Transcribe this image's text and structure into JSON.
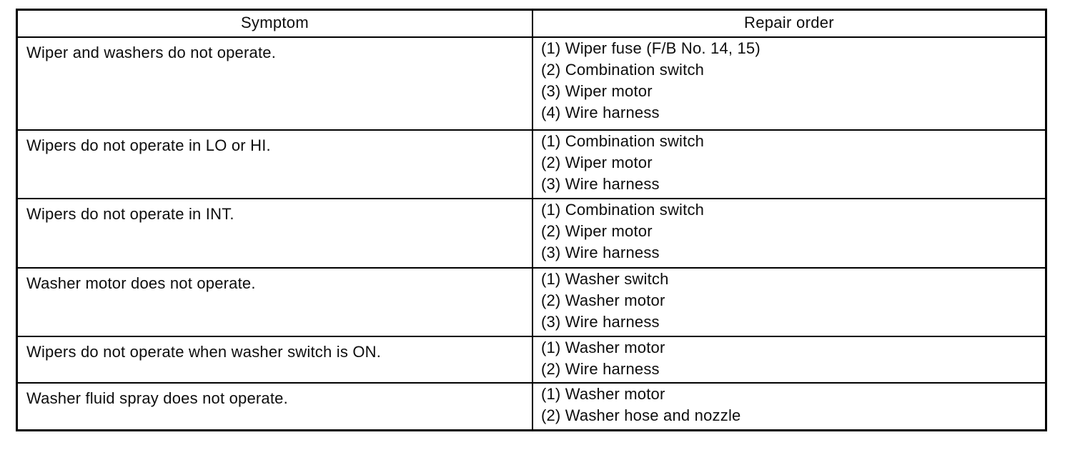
{
  "table": {
    "headers": {
      "symptom": "Symptom",
      "repair_order": "Repair order"
    },
    "rows": [
      {
        "symptom": "Wiper and washers do not operate.",
        "repairs": [
          "(1) Wiper fuse (F/B No. 14, 15)",
          "(2) Combination switch",
          "(3) Wiper motor",
          "(4) Wire harness"
        ]
      },
      {
        "symptom": "Wipers do not operate in LO or HI.",
        "repairs": [
          "(1) Combination switch",
          "(2) Wiper motor",
          "(3) Wire harness"
        ]
      },
      {
        "symptom": "Wipers do not operate in INT.",
        "repairs": [
          "(1) Combination switch",
          "(2) Wiper motor",
          "(3) Wire harness"
        ]
      },
      {
        "symptom": "Washer motor does not operate.",
        "repairs": [
          "(1) Washer switch",
          "(2) Washer motor",
          "(3) Wire harness"
        ]
      },
      {
        "symptom": "Wipers do not operate when washer switch is ON.",
        "repairs": [
          "(1) Washer motor",
          "(2) Wire harness"
        ]
      },
      {
        "symptom": "Washer fluid spray does not operate.",
        "repairs": [
          "(1) Washer motor",
          "(2) Washer hose and nozzle"
        ]
      }
    ]
  },
  "colors": {
    "ink": "#0d0d0d",
    "paper": "#ffffff",
    "border": "#000000"
  }
}
